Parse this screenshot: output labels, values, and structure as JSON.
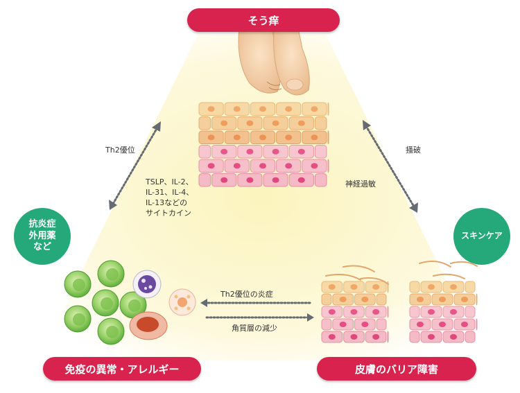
{
  "colors": {
    "pill": "#d8234f",
    "badge": "#25a97a",
    "arrow": "#666b72",
    "glow": "#fbf6c4"
  },
  "labels": {
    "itch": "そう痒",
    "immune": "免疫の異常・アレルギー",
    "barrier": "皮膚のバリア障害",
    "th2_dominance": "Th2優位",
    "cytokines": [
      "TSLP、IL-2、",
      "IL-31、IL-4、",
      "IL-13などの",
      "サイトカイン"
    ],
    "scratching": "掻破",
    "nerve_hypersensitivity": "神経過敏",
    "th2_inflammation": "Th2優位の炎症",
    "stratum_decrease": "角質層の減少",
    "treatment": [
      "抗炎症",
      "外用薬",
      "など"
    ],
    "skincare": "スキンケア"
  },
  "icons": {
    "finger": "scratching-finger-icon",
    "cells": "immune-cells-icon"
  }
}
